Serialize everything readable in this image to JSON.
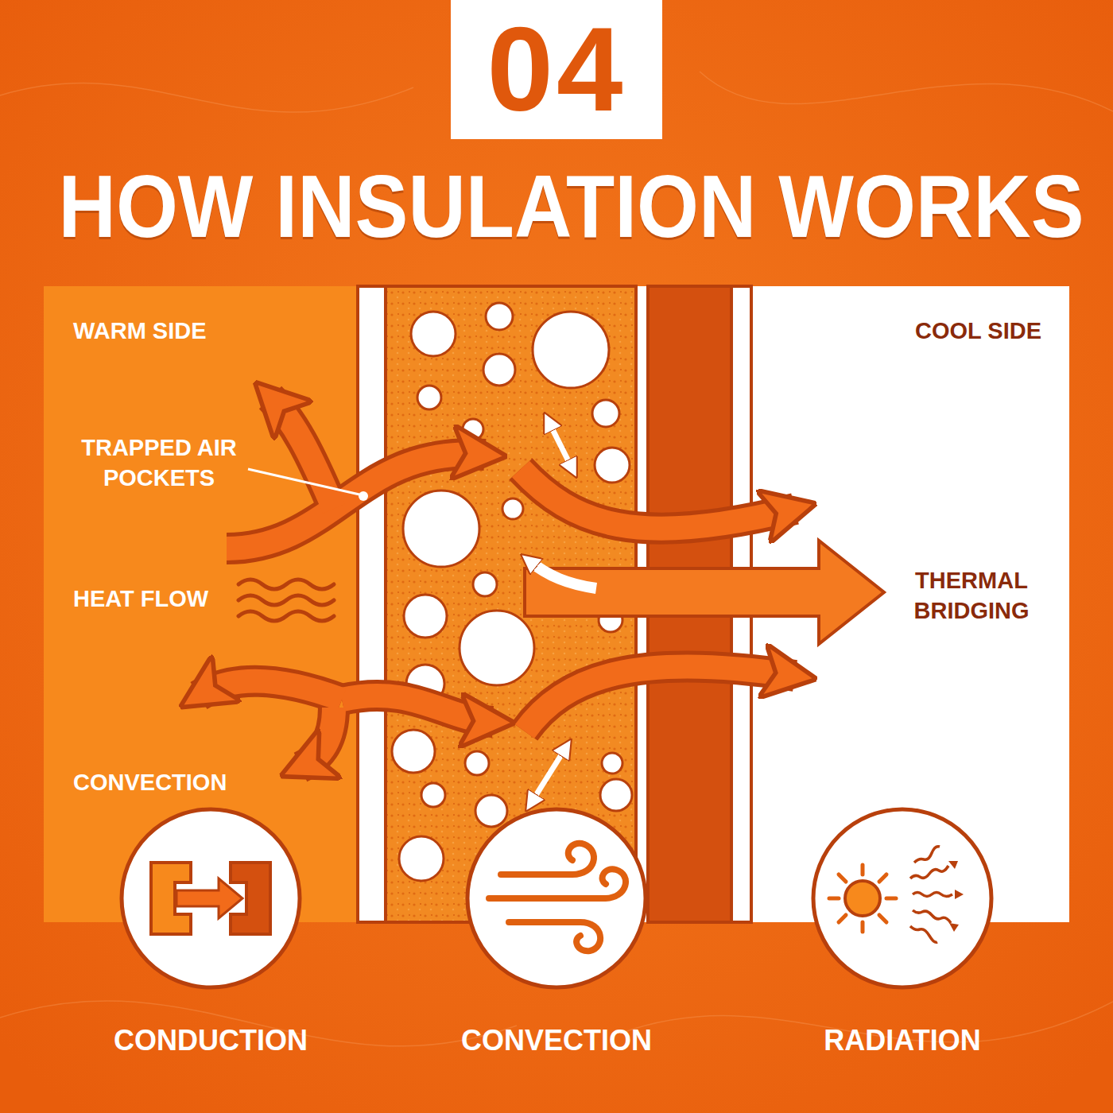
{
  "diagram": {
    "title": "HOW INSULATION WORKS",
    "nodes": [
      {
        "text": [
          "04"
        ]
      },
      {
        "text": [
          "CONDUCTION"
        ]
      },
      {
        "text": [
          "CONVECTION"
        ]
      },
      {
        "text": [
          "RADIATION"
        ]
      }
    ],
    "labels": [
      "WARM SIDE",
      "TRAPPED AIR POCKETS",
      "HEAT FLOW",
      "CONVECTION",
      "COOL SIDE",
      "THERMAL BRIDGING"
    ]
  }
}
